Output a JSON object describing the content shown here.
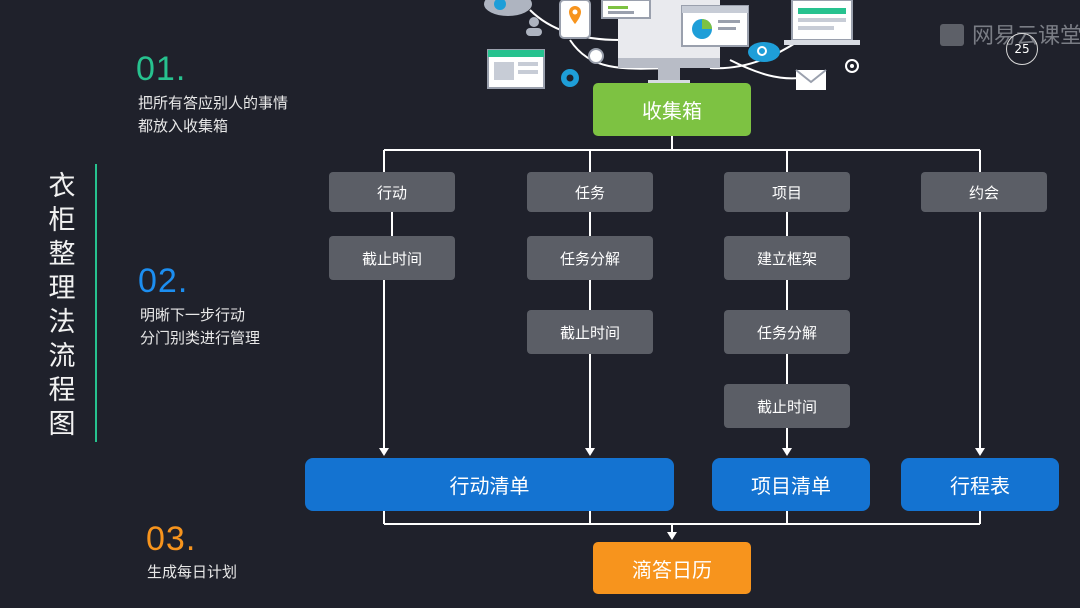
{
  "title_vertical": [
    "衣",
    "柜",
    "整",
    "理",
    "法",
    "流",
    "程",
    "图"
  ],
  "steps": [
    {
      "num": "01.",
      "lines": [
        "把所有答应别人的事情",
        "都放入收集箱"
      ],
      "color": "#27c28f"
    },
    {
      "num": "02.",
      "lines": [
        "明晰下一步行动",
        "分门别类进行管理"
      ],
      "color": "#1c8ef0"
    },
    {
      "num": "03.",
      "lines": [
        "生成每日计划"
      ],
      "color": "#f7941d"
    }
  ],
  "inbox": "收集箱",
  "categories": [
    {
      "label": "行动",
      "steps": [
        "截止时间"
      ]
    },
    {
      "label": "任务",
      "steps": [
        "任务分解",
        "截止时间"
      ]
    },
    {
      "label": "项目",
      "steps": [
        "建立框架",
        "任务分解",
        "截止时间"
      ]
    },
    {
      "label": "约会",
      "steps": []
    }
  ],
  "lists": [
    "行动清单",
    "项目清单",
    "行程表"
  ],
  "calendar": "滴答日历",
  "brand": "网易云课堂",
  "page_number": "25",
  "colors": {
    "background": "#1f212b",
    "green": "#7dc242",
    "blue": "#1473d1",
    "orange": "#f7941d",
    "gray": "#5b5e66",
    "line": "#ffffff"
  }
}
